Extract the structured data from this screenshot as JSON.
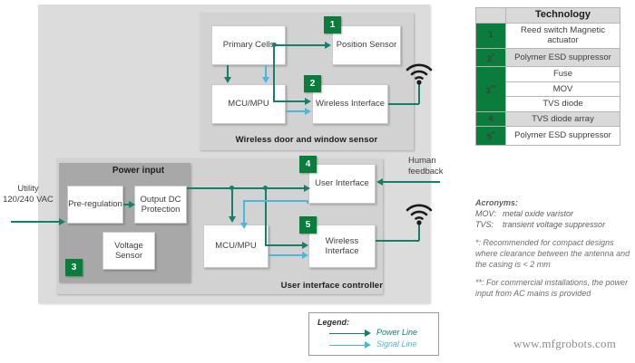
{
  "diagram": {
    "sensor_subsystem": {
      "title": "Wireless door and window sensor",
      "blocks": {
        "primary_cells": "Primary Cells",
        "mcu": "MCU/MPU",
        "position_sensor": "Position Sensor",
        "wireless_interface": "Wireless Interface"
      },
      "badges": {
        "position_sensor": "1",
        "wireless_interface": "2"
      },
      "antenna_icon": "wifi-antenna-icon"
    },
    "controller_subsystem": {
      "title": "User interface controller",
      "power_input_title": "Power input",
      "blocks": {
        "pre_regulation": "Pre-regulation",
        "output_dc_protection": "Output DC Protection",
        "voltage_sensor": "Voltage Sensor",
        "mcu": "MCU/MPU",
        "user_interface": "User Interface",
        "wireless_interface": "Wireless Interface"
      },
      "badges": {
        "voltage_sensor": "3",
        "user_interface": "4",
        "wireless_interface": "5"
      },
      "antenna_icon": "wifi-antenna-icon"
    },
    "labels": {
      "utility_input": "Utility 120/240 VAC",
      "human_feedback": "Human feedback"
    }
  },
  "legend": {
    "title": "Legend:",
    "items": [
      {
        "label": "Power Line",
        "color": "#15806a"
      },
      {
        "label": "Signal Line",
        "color": "#49b8dd"
      }
    ]
  },
  "table": {
    "corner": "",
    "header": "Technology",
    "rows": [
      {
        "num": "1",
        "sup": "",
        "tech": "Reed switch Magnetic actuator",
        "shade": "white",
        "rowspan": 1
      },
      {
        "num": "2",
        "sup": "*",
        "tech": "Polymer ESD suppressor",
        "shade": "gray",
        "rowspan": 1
      },
      {
        "num": "3",
        "sup": "**",
        "tech": "Fuse",
        "shade": "white",
        "rowspan": 3
      },
      {
        "num": "",
        "sup": "",
        "tech": "MOV",
        "shade": "white",
        "rowspan": 0
      },
      {
        "num": "",
        "sup": "",
        "tech": "TVS diode",
        "shade": "white",
        "rowspan": 0
      },
      {
        "num": "4",
        "sup": "",
        "tech": "TVS diode array",
        "shade": "gray",
        "rowspan": 1
      },
      {
        "num": "5",
        "sup": "*",
        "tech": "Polymer ESD suppressor",
        "shade": "white",
        "rowspan": 1
      }
    ]
  },
  "notes": {
    "acronyms_title": "Acronyms:",
    "acronyms": [
      {
        "key": "MOV:",
        "value": "metal oxide varistor"
      },
      {
        "key": "TVS:",
        "value": "transient voltage suppressor"
      }
    ],
    "footnote_single": "*: Recommended for compact designs where clearance between the antenna and the casing is < 2 mm",
    "footnote_double": "**: For commercial installations, the power input from AC mains is provided"
  },
  "watermark": "www.mfgrobots.com",
  "colors": {
    "accent_green": "#0a7d3d",
    "power_line": "#15806a",
    "signal_line": "#49b8dd",
    "panel_gray": "#dcdcdc",
    "subsystem_gray": "#d2d2d2",
    "group_gray": "#a8a8a8"
  }
}
